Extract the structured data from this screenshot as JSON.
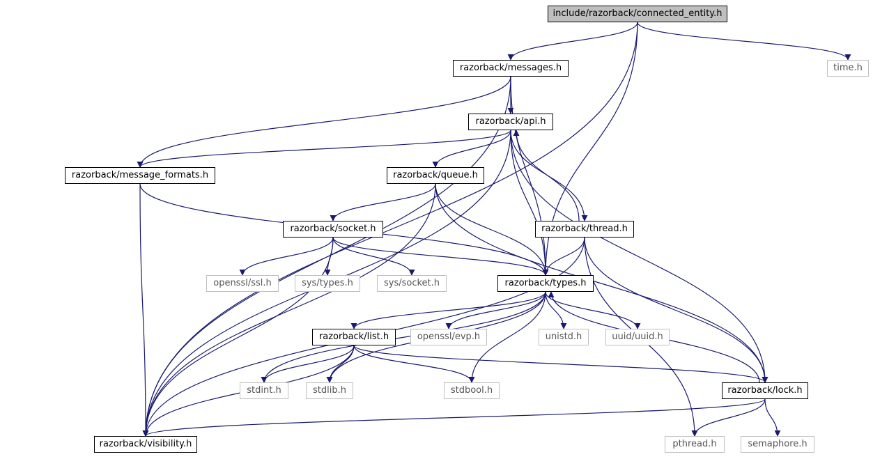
{
  "graph": {
    "colors": {
      "edge": "#191970",
      "node_border": "#000000",
      "external_border": "#bfbfbf",
      "root_fill": "#bfbfbf"
    },
    "nodes": {
      "connected_entity": {
        "label": "include/razorback/connected_entity.h",
        "kind": "root"
      },
      "messages": {
        "label": "razorback/messages.h",
        "kind": "internal"
      },
      "time": {
        "label": "time.h",
        "kind": "external"
      },
      "api": {
        "label": "razorback/api.h",
        "kind": "internal"
      },
      "message_formats": {
        "label": "razorback/message_formats.h",
        "kind": "internal"
      },
      "queue": {
        "label": "razorback/queue.h",
        "kind": "internal"
      },
      "socket": {
        "label": "razorback/socket.h",
        "kind": "internal"
      },
      "thread": {
        "label": "razorback/thread.h",
        "kind": "internal"
      },
      "openssl_ssl": {
        "label": "openssl/ssl.h",
        "kind": "external"
      },
      "sys_types": {
        "label": "sys/types.h",
        "kind": "external"
      },
      "sys_socket": {
        "label": "sys/socket.h",
        "kind": "external"
      },
      "types": {
        "label": "razorback/types.h",
        "kind": "internal"
      },
      "list": {
        "label": "razorback/list.h",
        "kind": "internal"
      },
      "openssl_evp": {
        "label": "openssl/evp.h",
        "kind": "external"
      },
      "unistd": {
        "label": "unistd.h",
        "kind": "external"
      },
      "uuid": {
        "label": "uuid/uuid.h",
        "kind": "external"
      },
      "stdint": {
        "label": "stdint.h",
        "kind": "external"
      },
      "stdlib": {
        "label": "stdlib.h",
        "kind": "external"
      },
      "stdbool": {
        "label": "stdbool.h",
        "kind": "external"
      },
      "lock": {
        "label": "razorback/lock.h",
        "kind": "internal"
      },
      "visibility": {
        "label": "razorback/visibility.h",
        "kind": "internal"
      },
      "pthread": {
        "label": "pthread.h",
        "kind": "external"
      },
      "semaphore": {
        "label": "semaphore.h",
        "kind": "external"
      }
    },
    "edges": [
      [
        "connected_entity",
        "messages"
      ],
      [
        "connected_entity",
        "time"
      ],
      [
        "connected_entity",
        "types"
      ],
      [
        "connected_entity",
        "visibility"
      ],
      [
        "messages",
        "api"
      ],
      [
        "messages",
        "message_formats"
      ],
      [
        "messages",
        "types"
      ],
      [
        "messages",
        "visibility"
      ],
      [
        "api",
        "message_formats"
      ],
      [
        "api",
        "queue"
      ],
      [
        "api",
        "thread"
      ],
      [
        "api",
        "types"
      ],
      [
        "api",
        "lock"
      ],
      [
        "api",
        "visibility"
      ],
      [
        "message_formats",
        "types"
      ],
      [
        "message_formats",
        "visibility"
      ],
      [
        "queue",
        "socket"
      ],
      [
        "queue",
        "types"
      ],
      [
        "queue",
        "lock"
      ],
      [
        "queue",
        "visibility"
      ],
      [
        "socket",
        "openssl_ssl"
      ],
      [
        "socket",
        "sys_types"
      ],
      [
        "socket",
        "sys_socket"
      ],
      [
        "socket",
        "types"
      ],
      [
        "socket",
        "visibility"
      ],
      [
        "thread",
        "api"
      ],
      [
        "thread",
        "types"
      ],
      [
        "thread",
        "lock"
      ],
      [
        "thread",
        "pthread"
      ],
      [
        "thread",
        "visibility"
      ],
      [
        "types",
        "list"
      ],
      [
        "types",
        "openssl_evp"
      ],
      [
        "types",
        "unistd"
      ],
      [
        "types",
        "uuid"
      ],
      [
        "types",
        "stdint"
      ],
      [
        "types",
        "stdlib"
      ],
      [
        "types",
        "stdbool"
      ],
      [
        "list",
        "stdint"
      ],
      [
        "list",
        "stdlib"
      ],
      [
        "list",
        "stdbool"
      ],
      [
        "list",
        "lock"
      ],
      [
        "list",
        "visibility"
      ],
      [
        "lock",
        "types"
      ],
      [
        "lock",
        "pthread"
      ],
      [
        "lock",
        "semaphore"
      ],
      [
        "lock",
        "visibility"
      ]
    ]
  }
}
